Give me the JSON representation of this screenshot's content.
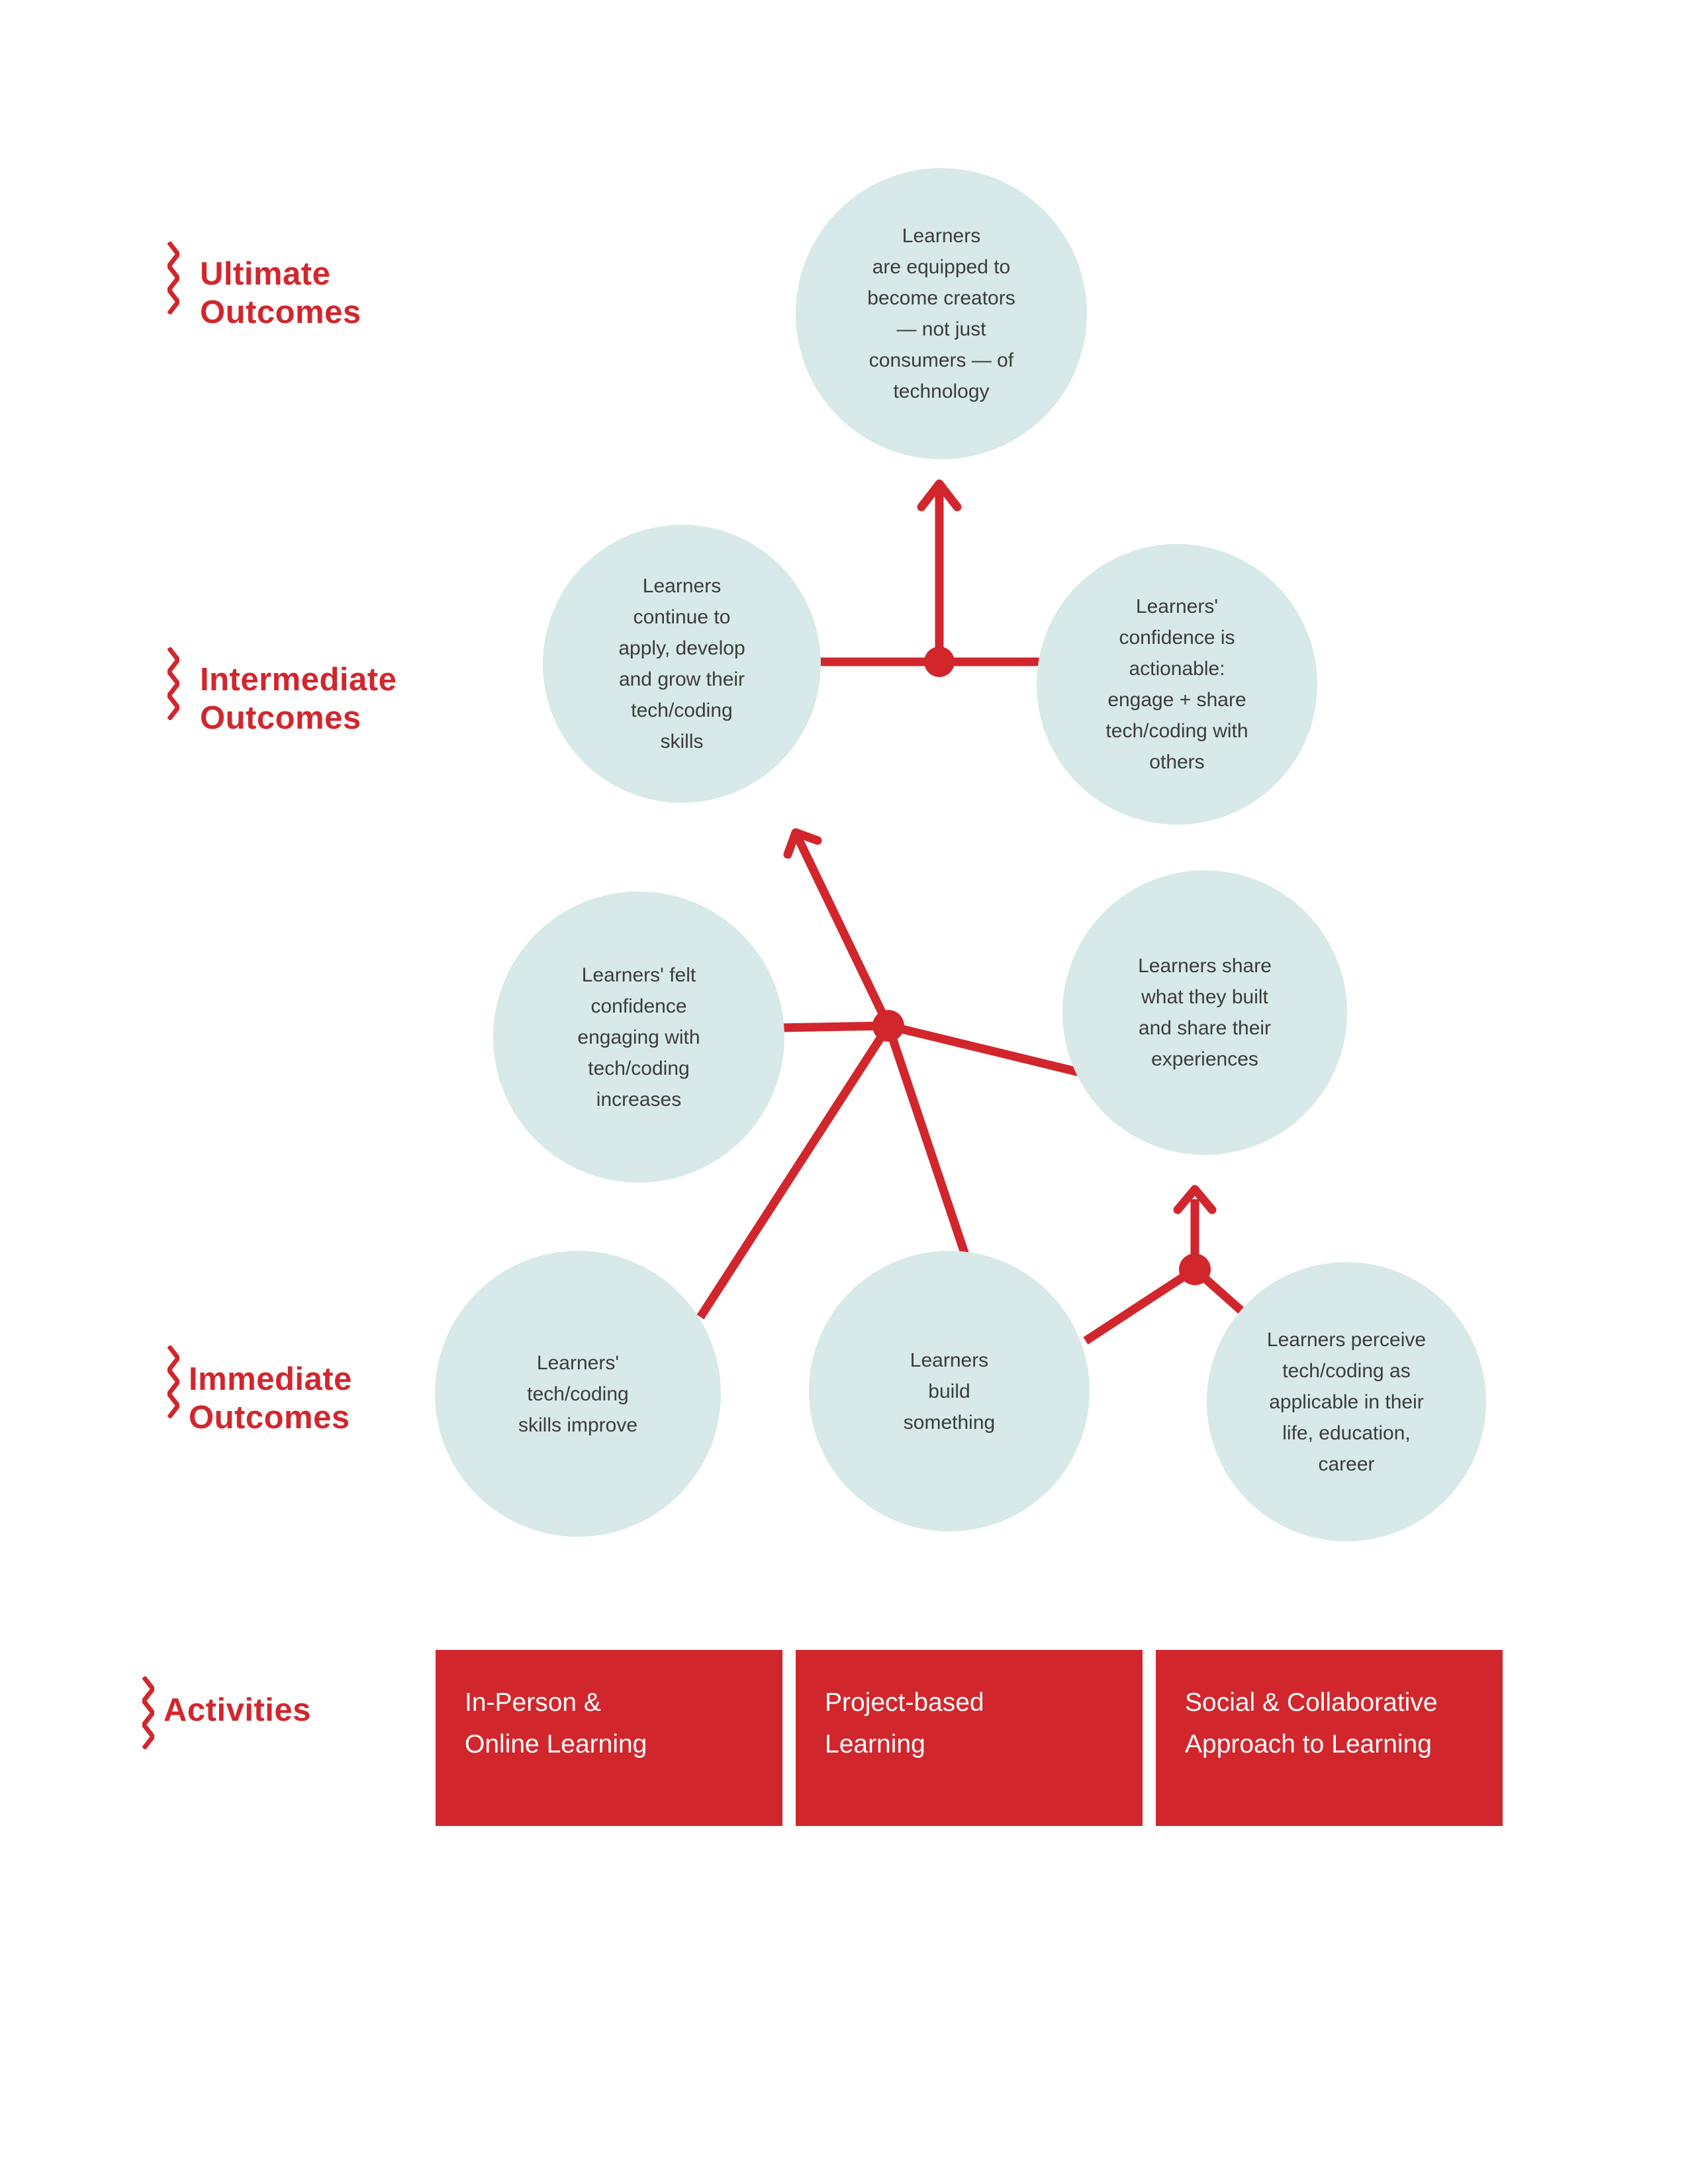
{
  "colors": {
    "accent_red": "#d2262d",
    "circle_fill": "#d7e9e8",
    "circle_text": "#3c3c3b",
    "activity_text": "#ffffff",
    "background": "#ffffff"
  },
  "row_labels": [
    {
      "id": "ultimate-outcomes",
      "label": "Ultimate\nOutcomes"
    },
    {
      "id": "intermediate-outcomes",
      "label": "Intermediate\nOutcomes"
    },
    {
      "id": "immediate-outcomes",
      "label": "Immediate\nOutcomes"
    },
    {
      "id": "activities",
      "label": "Activities"
    }
  ],
  "outcome_circles": [
    {
      "id": "ultimate-outcome",
      "level": "ultimate",
      "text": "Learners\nare equipped to\nbecome creators\n— not just\nconsumers — of\ntechnology"
    },
    {
      "id": "continue-grow-skills",
      "level": "intermediate",
      "text": "Learners\ncontinue to\napply, develop\nand grow their\ntech/coding\nskills"
    },
    {
      "id": "confidence-actionable",
      "level": "intermediate",
      "text": "Learners'\nconfidence is\nactionable:\nengage + share\ntech/coding with\nothers"
    },
    {
      "id": "felt-confidence-increases",
      "level": "immediate",
      "text": "Learners' felt\nconfidence\nengaging with\ntech/coding\nincreases"
    },
    {
      "id": "share-what-they-built",
      "level": "immediate",
      "text": "Learners share\nwhat they built\nand share their\nexperiences"
    },
    {
      "id": "skills-improve",
      "level": "immediate",
      "text": "Learners'\ntech/coding\nskills improve"
    },
    {
      "id": "build-something",
      "level": "immediate",
      "text": "Learners\nbuild\nsomething"
    },
    {
      "id": "perceive-applicable",
      "level": "immediate",
      "text": "Learners perceive\ntech/coding as\napplicable in their\nlife, education,\ncareer"
    }
  ],
  "activities": [
    {
      "id": "in-person-online-learning",
      "label": "In-Person &\nOnline Learning"
    },
    {
      "id": "project-based-learning",
      "label": "Project-based\nLearning"
    },
    {
      "id": "social-collaborative-learning",
      "label": "Social & Collaborative\nApproach to Learning"
    }
  ]
}
